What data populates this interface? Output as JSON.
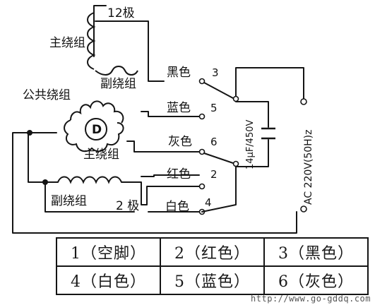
{
  "labels": {
    "twelve_pole": "12极",
    "main_winding_top": "主绕组",
    "aux_winding_top": "副绕组",
    "common_winding": "公共绕组",
    "motor": "D",
    "main_winding_mid": "主绕组",
    "aux_winding_bottom": "副绕组",
    "two_pole": "2 极"
  },
  "wires": [
    {
      "color": "黑色",
      "pin": "3"
    },
    {
      "color": "蓝色",
      "pin": "5"
    },
    {
      "color": "灰色",
      "pin": "6"
    },
    {
      "color": "红色",
      "pin": "2"
    },
    {
      "color": "白色",
      "pin": "4"
    }
  ],
  "capacitor": {
    "label": "14μF/450V"
  },
  "power": {
    "label": "AC  220V(50H)z"
  },
  "pin_table": {
    "rows": [
      [
        "1（空脚）",
        "2（红色）",
        "3（黑色）"
      ],
      [
        "4（白色）",
        "5（蓝色）",
        "6（灰色）"
      ]
    ]
  },
  "watermark": "http://www.go-gddq.com"
}
